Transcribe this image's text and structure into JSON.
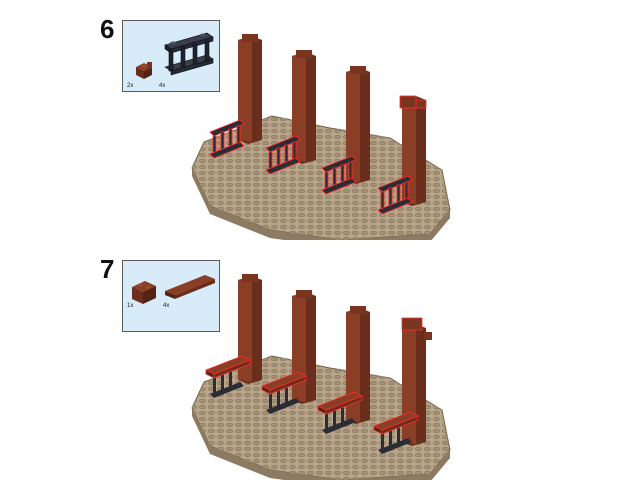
{
  "steps": [
    {
      "number": "6",
      "parts": [
        {
          "icon": "brown-bracket-brick-icon",
          "qty": "2x"
        },
        {
          "icon": "black-fence-icon",
          "qty": "4x"
        }
      ]
    },
    {
      "number": "7",
      "parts": [
        {
          "icon": "brown-brick-1x2-icon",
          "qty": "1x"
        },
        {
          "icon": "brown-tile-1x4-icon",
          "qty": "4x"
        }
      ]
    }
  ],
  "colors": {
    "callout_bg": "#d7ecf8",
    "baseplate": "#b8a58a",
    "baseplate_dark": "#8c7a62",
    "pillar": "#6b2e1c",
    "pillar_light": "#8a3e26",
    "fence": "#2a2d38",
    "highlight": "#ff2a2a"
  }
}
